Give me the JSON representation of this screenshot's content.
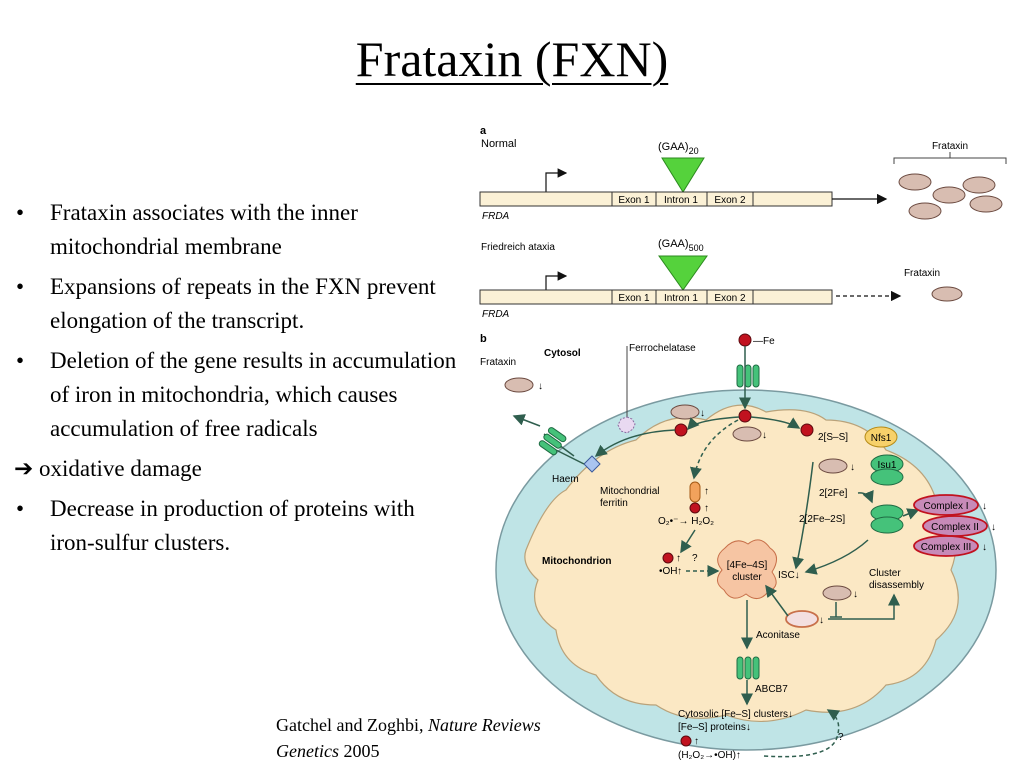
{
  "slide": {
    "title": "Frataxin (FXN)",
    "bullets": [
      "Frataxin associates with the inner mitochondrial membrane",
      "Expansions of repeats in the FXN prevent elongation of the transcript.",
      "Deletion of the gene results in accumulation of iron in mitochondria, which causes accumulation of free radicals"
    ],
    "arrow_line": "oxidative damage",
    "last_bullet": "Decrease in production of proteins with iron-sulfur clusters.",
    "citation": {
      "authors": "Gatchel and Zoghbi,",
      "journal_line1": "Nature Reviews",
      "journal_line2": "Genetics",
      "year": "2005"
    }
  },
  "figure": {
    "panel_a": {
      "letter": "a",
      "normal_label": "Normal",
      "repeat_normal": "(GAA)",
      "repeat_normal_sub": "20",
      "ataxia_label": "Friedreich ataxia",
      "repeat_ataxia": "(GAA)",
      "repeat_ataxia_sub": "500",
      "gene_label": "FRDA",
      "exon1": "Exon 1",
      "intron1": "Intron 1",
      "exon2": "Exon 2",
      "frataxin_label": "Frataxin"
    },
    "panel_b": {
      "letter": "b",
      "frataxin": "Frataxin",
      "down": "↓",
      "up": "↑",
      "cytosol": "Cytosol",
      "ferrochelatase": "Ferrochelatase",
      "fe": "—Fe",
      "s_s": "2[S–S]",
      "nfs1": "Nfs1",
      "isu1": "Isu1",
      "fe2": "2[2Fe]",
      "fe2s": "2[2Fe–2S]",
      "haem": "Haem",
      "mito_ferritin": "Mitochondrial ferritin",
      "mito_ferritin_l1": "Mitochondrial",
      "mito_ferritin_l2": "ferritin",
      "o2_h2o2": "O₂•⁻→ H₂O₂",
      "complex1": "Complex I",
      "complex2": "Complex II",
      "complex3": "Complex III",
      "mitochondrion": "Mitochondrion",
      "oh": "•OH",
      "question": "?",
      "cluster_l1": "[4Fe–4S]",
      "cluster_l2": "cluster",
      "isc": "ISC↓",
      "disassembly_l1": "Cluster",
      "disassembly_l2": "disassembly",
      "aconitase": "Aconitase",
      "abcb7": "ABCB7",
      "cyto_clusters": "Cytosolic [Fe–S] clusters↓",
      "fes_proteins": "[Fe–S] proteins↓",
      "h2o2_oh": "(H₂O₂→•OH)↑"
    }
  }
}
